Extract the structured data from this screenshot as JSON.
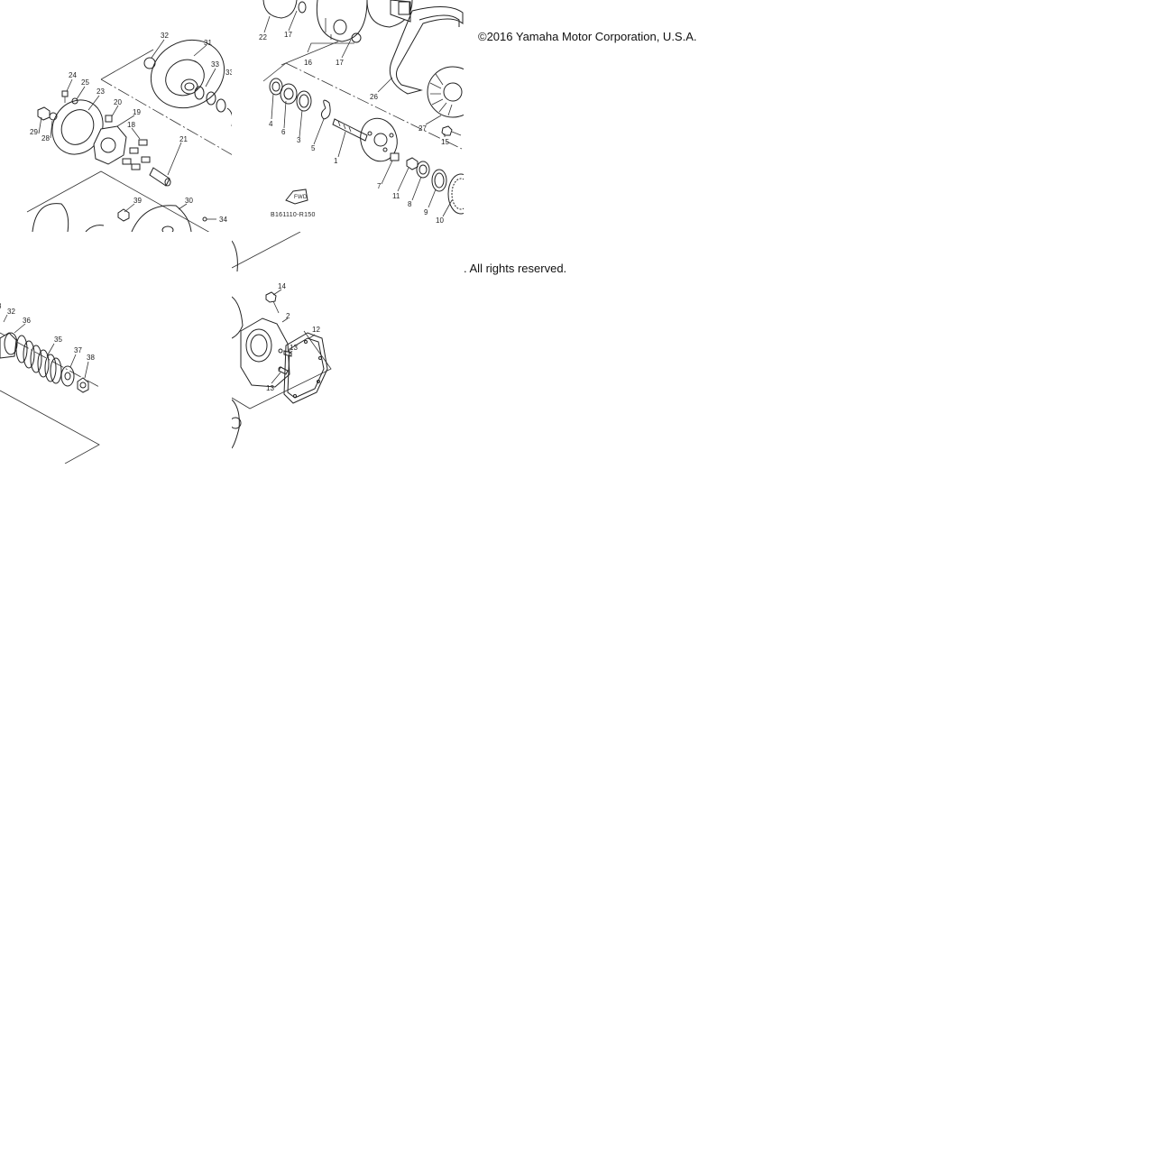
{
  "copyright": "©2016 Yamaha Motor Corporation, U.S.A.",
  "rights": ". All rights reserved.",
  "diagram_code": "B161110-R150",
  "fwd_label": "FWD",
  "callouts": {
    "n1": "1",
    "n2": "2",
    "n3": "3",
    "n4": "4",
    "n5": "5",
    "n6": "6",
    "n7": "7",
    "n8": "8",
    "n9": "9",
    "n10": "10",
    "n11": "11",
    "n12": "12",
    "n13a": "13",
    "n13b": "13",
    "n14": "14",
    "n15": "15",
    "n16": "16",
    "n17a": "17",
    "n17b": "17",
    "n18": "18",
    "n19": "19",
    "n20": "20",
    "n21": "21",
    "n22": "22",
    "n23": "23",
    "n24": "24",
    "n25": "25",
    "n26": "26",
    "n27": "27",
    "n28": "28",
    "n29": "29",
    "n30": "30",
    "n31": "31",
    "n32a": "32",
    "n32b": "32",
    "n33a": "33",
    "n33b": "33",
    "n33c": "3",
    "n34": "34",
    "n35": "35",
    "n36": "36",
    "n37": "37",
    "n38": "38",
    "n39": "39"
  }
}
